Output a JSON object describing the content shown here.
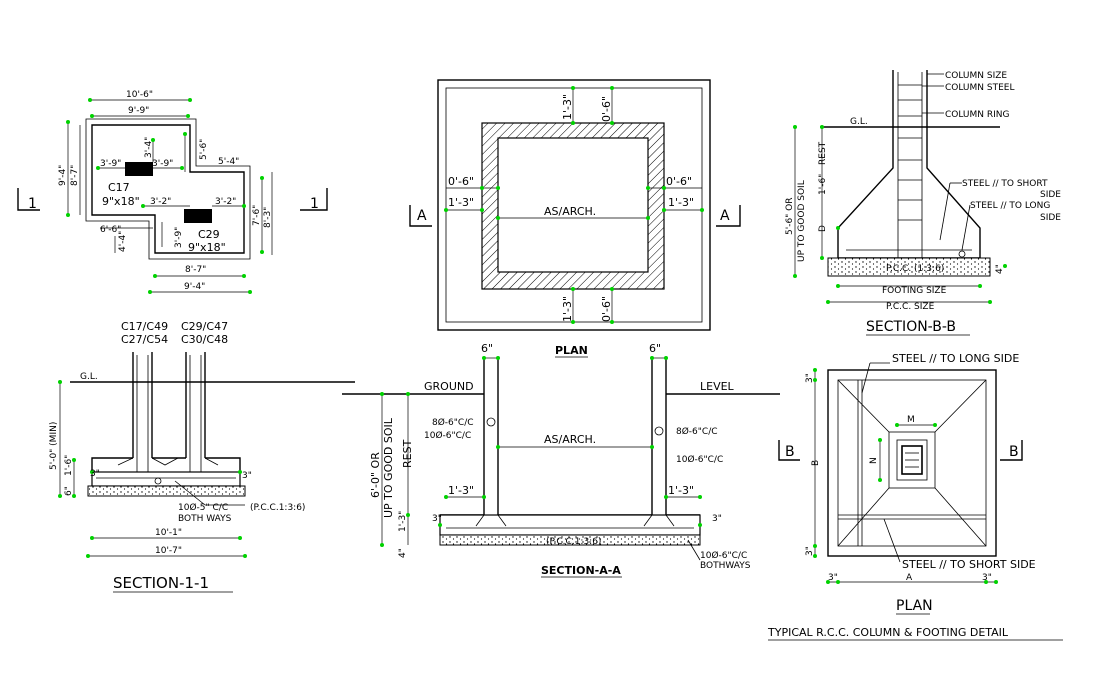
{
  "footing_layout": {
    "dims": [
      "10'-6\"",
      "9'-9\"",
      "3'-9\"",
      "3'-9\"",
      "3'-4\"",
      "5'-6\"",
      "5'-4\"",
      "9'-4\"",
      "8'-7\"",
      "3'-2\"",
      "3'-2\"",
      "7'-6\"",
      "8'-3\"",
      "6'-6\"",
      "4'-4\"",
      "3'-9\"",
      "8'-7\"",
      "9'-4\""
    ],
    "c17_label": "C17",
    "c17_size": "9\"x18\"",
    "c29_label": "C29",
    "c29_size": "9\"x18\"",
    "section_mark_left": "1",
    "section_mark_right": "1"
  },
  "section_1_1": {
    "col_group_a_1": "C17/C49",
    "col_group_a_2": "C27/C54",
    "col_group_b_1": "C29/C47",
    "col_group_b_2": "C30/C48",
    "gl": "G.L.",
    "depth": "5'-0\" (MIN)",
    "ht1": "1'-6\"",
    "ht2": "6\"",
    "offset": "3\"",
    "offset2": "3\"",
    "rebar": "10Ø-5\" C/C",
    "both_ways": "BOTH WAYS",
    "pcc": "(P.C.C.1:3:6)",
    "width1": "10'-1\"",
    "width2": "10'-7\"",
    "title": "SECTION-1-1"
  },
  "plan": {
    "left_top": "0'-6\"",
    "left_bot": "1'-3\"",
    "right_top": "0'-6\"",
    "right_bot": "1'-3\"",
    "top_a": "1'-3\"",
    "top_b": "0'-6\"",
    "bot_a": "1'-3\"",
    "bot_b": "0'-6\"",
    "center": "AS/ARCH.",
    "mark_left": "A",
    "mark_right": "A",
    "title": "PLAN"
  },
  "section_a_a": {
    "top_left": "6\"",
    "top_right": "6\"",
    "ground": "GROUND",
    "level": "LEVEL",
    "depth": "6'-0\" OR",
    "soil": "UP TO GOOD SOIL",
    "rest": "REST",
    "left_bar1": "8Ø-6\"C/C",
    "left_bar2": "10Ø-6\"C/C",
    "right_bar1": "8Ø-6\"C/C",
    "right_bar2": "10Ø-6\"C/C",
    "center": "AS/ARCH.",
    "left_off": "1'-3\"",
    "right_off": "1'-3\"",
    "left_3": "3\"",
    "right_3": "3\"",
    "pcc": "(P.C.C.1:3:6)",
    "ht_a": "1'-3\"",
    "ht_b": "4\"",
    "base_bar": "10Ø-6\"C/C",
    "bothways": "BOTHWAYS",
    "title": "SECTION-A-A"
  },
  "section_b_b": {
    "col_size": "COLUMN SIZE",
    "col_steel": "COLUMN STEEL",
    "col_ring": "COLUMN RING",
    "gl": "G.L.",
    "rest": "REST",
    "ht": "1'-6\"",
    "depth1": "5'-6\" OR",
    "depth2": "UP TO GOOD SOIL",
    "d": "D",
    "steel_short": "STEEL // TO SHORT",
    "side1": "SIDE",
    "steel_long": "STEEL // TO LONG",
    "side2": "SIDE",
    "pcc": "P.C.C. (1:3:6)",
    "pcc_ht": "4\"",
    "footing_size": "FOOTING SIZE",
    "pcc_size": "P.C.C. SIZE",
    "title": "SECTION-B-B"
  },
  "plan_detail": {
    "steel_long": "STEEL // TO LONG SIDE",
    "steel_short": "STEEL // TO SHORT SIDE",
    "m": "M",
    "n": "N",
    "b_dim": "B",
    "a_dim": "A",
    "top3": "3\"",
    "bot3": "3\"",
    "left3": "3\"",
    "right3": "3\"",
    "mark_left": "B",
    "mark_right": "B",
    "title": "PLAN",
    "subtitle": "TYPICAL R.C.C. COLUMN & FOOTING DETAIL"
  },
  "colors": {
    "background": "#ffffff",
    "lines": "#000000",
    "dim_dots": "#00d200",
    "column_fill": "#000000"
  }
}
